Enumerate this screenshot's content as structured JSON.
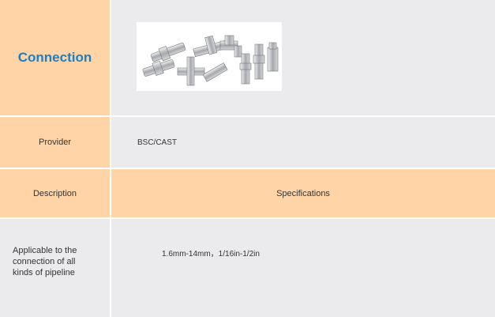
{
  "header": {
    "title": "Connection"
  },
  "product_image": {
    "icon": "pipe-fittings-photo"
  },
  "provider": {
    "label": "Provider",
    "value": "BSC/CAST"
  },
  "description": {
    "label": "Description",
    "heading": "Specifications"
  },
  "applicability": {
    "text": "Applicable to the connection of all kinds of pipeline",
    "range": "1.6mm-14mm，1/16in-1/2in"
  },
  "colors": {
    "peach": "#ffd5a7",
    "grey": "#ebebed",
    "title_blue": "#1d7fc4"
  }
}
